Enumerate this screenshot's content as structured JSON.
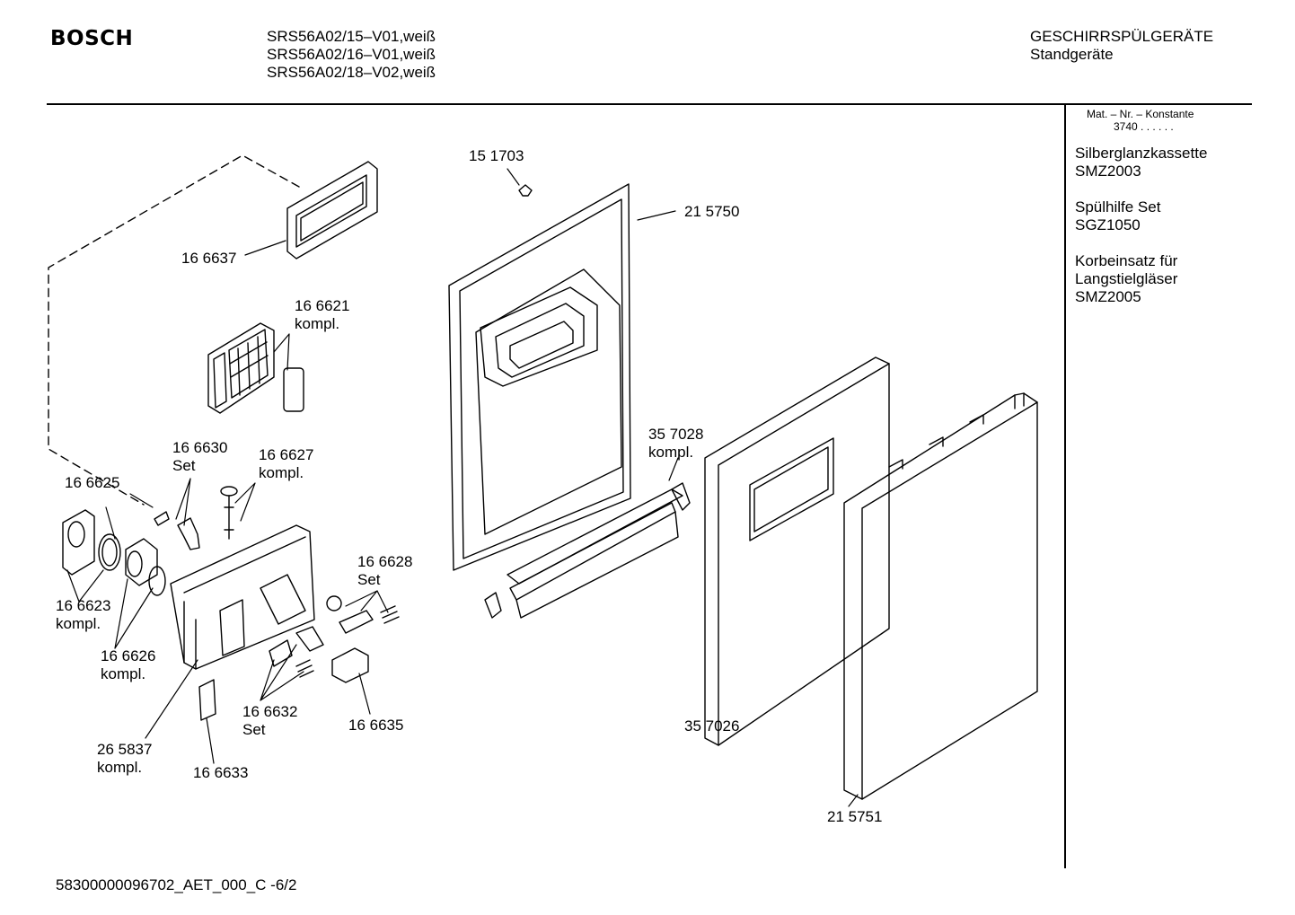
{
  "header": {
    "brand": "BOSCH",
    "models": [
      "SRS56A02/15–V01,weiß",
      "SRS56A02/16–V01,weiß",
      "SRS56A02/18–V02,weiß"
    ],
    "category_line1": "GESCHIRRSPÜLGERÄTE",
    "category_line2": "Standgeräte"
  },
  "sidebar": {
    "mat_label": "Mat. – Nr. – Konstante",
    "mat_value": "3740 . .  . . . .",
    "accessories": [
      {
        "lines": [
          "Silberglanzkassette",
          "SMZ2003"
        ]
      },
      {
        "lines": [
          "Spülhilfe Set",
          "SGZ1050"
        ]
      },
      {
        "lines": [
          "Korbeinsatz für",
          "Langstielgläser",
          "SMZ2005"
        ]
      }
    ]
  },
  "parts": [
    {
      "num": "15 1703",
      "sub": ""
    },
    {
      "num": "21 5750",
      "sub": ""
    },
    {
      "num": "16 6637",
      "sub": ""
    },
    {
      "num": "16 6621",
      "sub": "kompl."
    },
    {
      "num": "16 6630",
      "sub": "Set"
    },
    {
      "num": "16 6627",
      "sub": "kompl."
    },
    {
      "num": "16 6625",
      "sub": ""
    },
    {
      "num": "35 7028",
      "sub": "kompl."
    },
    {
      "num": "16 6628",
      "sub": "Set"
    },
    {
      "num": "16 6623",
      "sub": "kompl."
    },
    {
      "num": "16 6626",
      "sub": "kompl."
    },
    {
      "num": "16 6632",
      "sub": "Set"
    },
    {
      "num": "16 6635",
      "sub": ""
    },
    {
      "num": "35 7026",
      "sub": ""
    },
    {
      "num": "26 5837",
      "sub": "kompl."
    },
    {
      "num": "16 6633",
      "sub": ""
    },
    {
      "num": "21 5751",
      "sub": ""
    }
  ],
  "footer": {
    "code": "58300000096702_AET_000_C  -6/2"
  }
}
